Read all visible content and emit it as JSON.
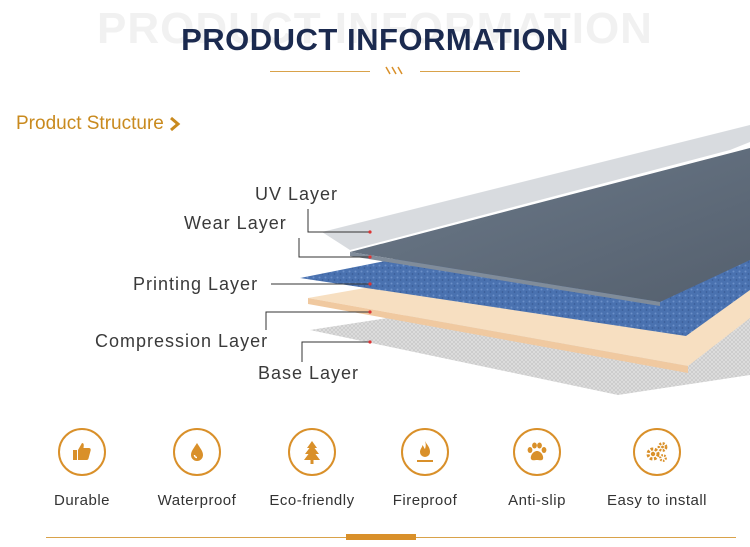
{
  "header": {
    "watermark": "PRODUCT INFORMATION",
    "title": "PRODUCT INFORMATION"
  },
  "section": {
    "title": "Product Structure"
  },
  "layers": [
    {
      "label": "UV Layer"
    },
    {
      "label": "Wear Layer"
    },
    {
      "label": "Printing Layer"
    },
    {
      "label": "Compression Layer"
    },
    {
      "label": "Base Layer"
    }
  ],
  "features": [
    {
      "label": "Durable",
      "icon": "thumbs-up-icon"
    },
    {
      "label": "Waterproof",
      "icon": "water-drop-icon"
    },
    {
      "label": "Eco-friendly",
      "icon": "tree-icon"
    },
    {
      "label": "Fireproof",
      "icon": "flame-icon"
    },
    {
      "label": "Anti-slip",
      "icon": "paw-icon"
    },
    {
      "label": "Easy to install",
      "icon": "gears-icon"
    }
  ],
  "colors": {
    "accent": "#d9902a",
    "title": "#1b2a4f",
    "section": "#c98a1e"
  }
}
